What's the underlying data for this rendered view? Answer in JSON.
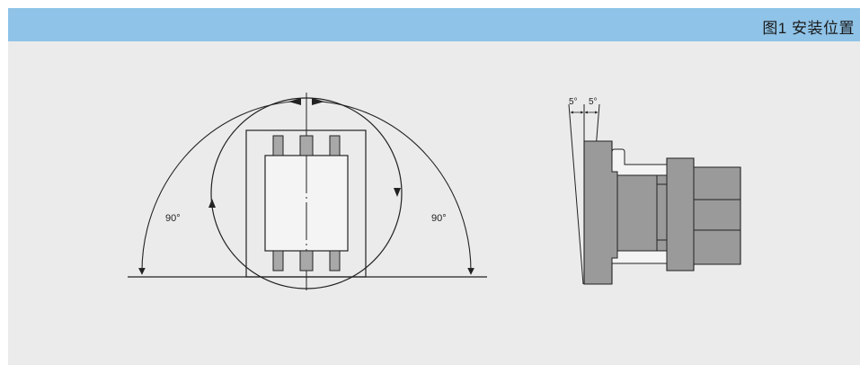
{
  "figure": {
    "caption": "图1 安装位置",
    "left_diagram": {
      "angle_left": "90°",
      "angle_right": "90°"
    },
    "right_diagram": {
      "tilt_left": "5°",
      "tilt_right": "5°"
    }
  },
  "colors": {
    "title_bar": "#8fc3e8",
    "background": "#ebebeb",
    "device_fill": "#9a9a9a",
    "white_fill": "#f4f4f4",
    "line": "#222222"
  }
}
